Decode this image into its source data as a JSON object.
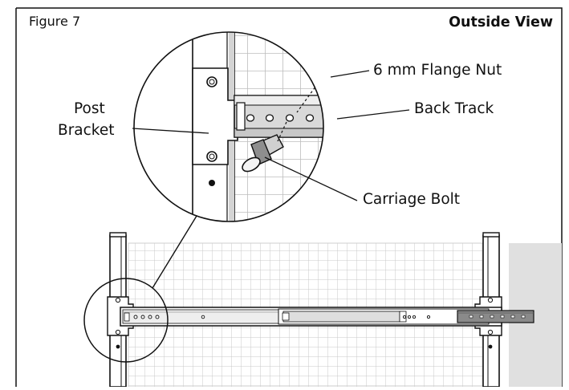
{
  "figure": {
    "label": "Figure 7",
    "view_title": "Outside View"
  },
  "callouts": {
    "flange_nut": "6 mm Flange Nut",
    "back_track": "Back Track",
    "post_bracket_line1": "Post",
    "post_bracket_line2": "Bracket",
    "carriage_bolt": "Carriage Bolt"
  },
  "colors": {
    "line": "#111111",
    "steel": "#d9d9d9",
    "steel_dark": "#8a8a8a",
    "panel_shade": "#e0e0e0",
    "mesh": "#c4c4c4"
  }
}
